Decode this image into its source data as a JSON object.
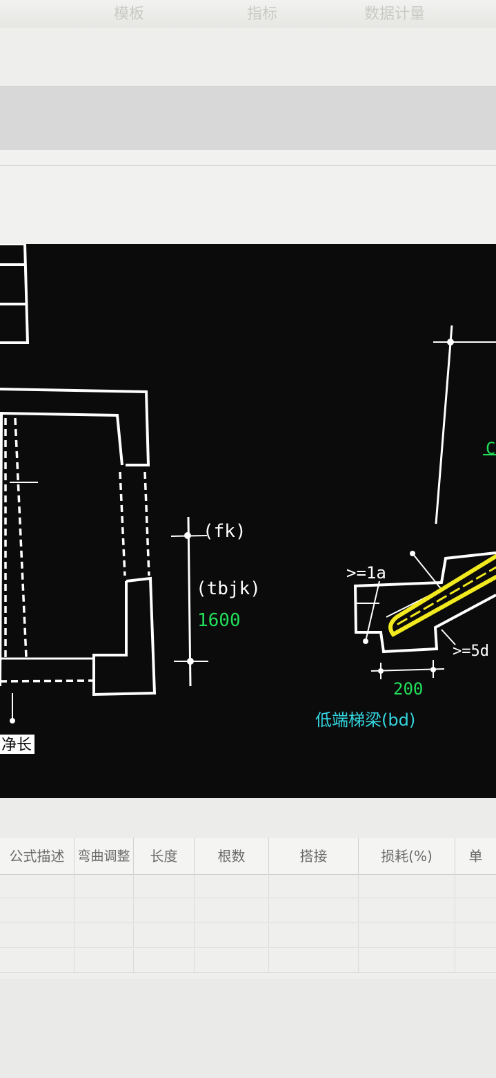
{
  "top_tabs": [
    "模板",
    "指标",
    "数据计量"
  ],
  "cad": {
    "labels": {
      "fk": "(fk)",
      "tbjk": "(tbjk)",
      "dim_1600": "1600",
      "ge_la": ">=1a",
      "ge_5d": ">=5d",
      "dim_200": "200",
      "low_beam": "低端梯梁(bd)",
      "net_length": "净长",
      "partial_c": "C"
    },
    "colors": {
      "background": "#0b0b0b",
      "line": "#ffffff",
      "dimension": "#22e05a",
      "annotation": "#34d6e0",
      "rebar": "#f2ea1e"
    }
  },
  "table": {
    "columns": [
      "公式描述",
      "弯曲调整",
      "长度",
      "根数",
      "搭接",
      "损耗(%)",
      "单"
    ],
    "rows": [
      [],
      [],
      [],
      []
    ]
  }
}
